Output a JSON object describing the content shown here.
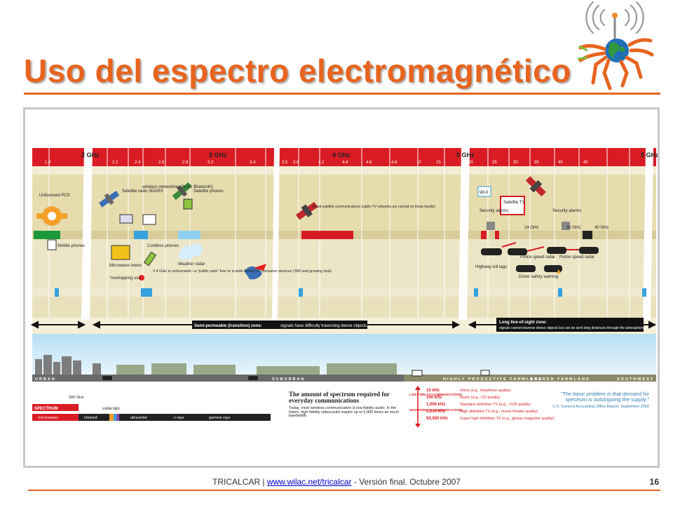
{
  "slide": {
    "title": "Uso del espectro electromagnético",
    "page_number": "16",
    "footer": {
      "prefix": "TRICALCAR |",
      "link_text": "www.wilac.net/tricalcar",
      "suffix": "- Versión final. Octubre 2007"
    }
  },
  "infographic": {
    "ghz_labels": [
      "2 GHz",
      "3 GHz",
      "4 GHz",
      "5 GHz",
      "5 GHz"
    ],
    "freq_ticks": [
      "1.9",
      "2.2",
      "2.4",
      "2.6",
      "2.8",
      "3.2",
      "3.4",
      "3.5",
      "3.8",
      "4.2",
      "4.4",
      "4.6",
      "4.8",
      "10",
      "15",
      "20",
      "25",
      "30",
      "35",
      "40",
      "45"
    ],
    "devices": {
      "unlicensed_pcs": "Unlicensed PCS",
      "mobile_phones": "Mobile phones",
      "satellite_radio": "Satellite radio SDARS",
      "wireless_networking": "wireless networking (Wi-Fi, Bluetooth)",
      "satellite_phones": "Satellite phones",
      "microwave_ovens": "Microwave ovens",
      "cordless_phones": "Cordless phones",
      "weather_radar": "Weather radar",
      "overlapping_note": "*overlapping use",
      "fixed_satellite": "Fixed satellite communications (cable TV networks are carried on these bands)",
      "wifi": "Wi-fi",
      "satellite_tv": "Satellite TV",
      "security_alarms_1": "Security alarms",
      "security_alarms_2": "Security alarms",
      "ghz_24": "24 GHz",
      "ghz_30": "30 GHz",
      "ghz_40": "40 GHz",
      "highway_toll": "Highway toll tags",
      "police_radar_1": "Police speed radar",
      "police_radar_2": "Police speed radar",
      "driver_safety": "Driver safety warning"
    },
    "public_park_note": "2.4 GHz is unlicensed—a \"public park\" free to a wide variety of consumer devices (300 and growing fast).",
    "zones": {
      "transition_label": "Semi-permeable (transition) zone:",
      "transition_text": "signals have difficulty traversing dense objects.",
      "los_label": "Long line-of-sight zone:",
      "los_text": "signals cannot traverse dense objects but can be sent long distances through the atmosphere."
    },
    "landscape": [
      "URBAN",
      "SUBURBAN",
      "HIGHLY PRODUCTIVE FARMLAND",
      "BARREN FARMLAND",
      "SOUTHWEST"
    ],
    "spectrum_bar": {
      "label": "SPECTRUM",
      "ghz_300": "300 GHz",
      "bands": [
        "microwaves",
        "infrared",
        "visible light",
        "ultraviolet",
        "x rays",
        "gamma rays"
      ]
    },
    "amount": {
      "title": "The amount of spectrum required for everyday communications",
      "body": "Today, most wireless communication is low fidelity audio. In the future, high fidelity videocould require up to 5,000 times as much bandwidth.",
      "low_fidelity": "LOW FIDELITY COMMUNICATIONS",
      "high_fidelity": "HIGH FIDELITY COMMUNICATIONS"
    },
    "bandwidth_rows": [
      {
        "value": "10 kHz",
        "use": "Voice (e.g., telephone quality)"
      },
      {
        "value": "100 kHz",
        "use": "Music (e.g., CD quality)"
      },
      {
        "value": "1,000 kHz",
        "use": "Standard definition TV (e.g., VCR quality)"
      },
      {
        "value": "5,000 kHz",
        "use": "High definition TV (e.g., movie theater quality)"
      },
      {
        "value": "50,000 kHz",
        "use": "Super high definition TV (e.g., glossy magazine quality)"
      }
    ],
    "quote": {
      "text": "\"The basic problem is that demand for spectrum is outstripping the supply.\"",
      "source": "U.S. General Accounting Office Report, September 2002"
    }
  },
  "colors": {
    "accent": "#e8641e",
    "band_red": "#d91c24",
    "band_green": "#1a9a3a",
    "band_blue": "#36a2e0",
    "zone_band": "#e6dcae"
  }
}
